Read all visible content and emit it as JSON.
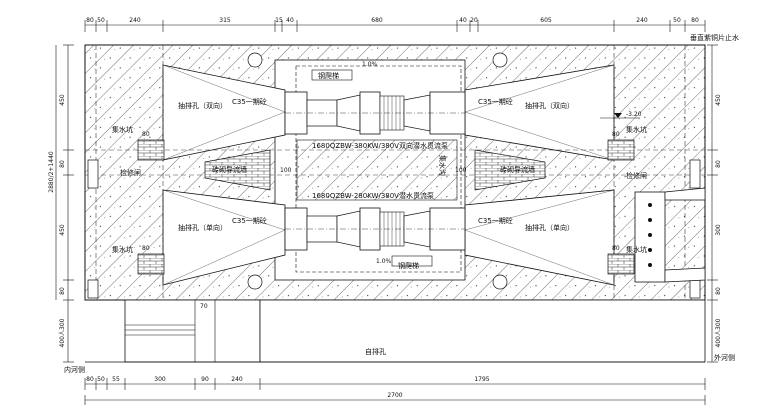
{
  "top_dims": [
    "80",
    "50",
    "240",
    "315",
    "15",
    "40",
    "680",
    "40",
    "20",
    "605",
    "240",
    "50",
    "80"
  ],
  "bottom_dims": [
    "80",
    "50",
    "55",
    "300",
    "90",
    "240",
    "1795"
  ],
  "overall_width": "2700",
  "side_dims_left": [
    "450",
    "80",
    "450",
    "80"
  ],
  "side_dims_right": [
    "450",
    "80",
    "300",
    "80"
  ],
  "side_total_left": "2880/2+1440",
  "side_bottom_left": "400人300",
  "side_bottom_right": "400人300",
  "labels": {
    "copper_water_stop": "垂直紫铜片止水",
    "steel_ladder_top": "钢爬梯",
    "steel_ladder_bottom": "钢爬梯",
    "pump_hole_bidir": "抽排孔（双向）",
    "pump_hole_right_top": "抽排孔（双向）",
    "pump_hole_single_left": "抽排孔（单向）",
    "pump_hole_single_right": "抽排孔（单向）",
    "c35_tl": "C35一期砼",
    "c35_tr": "C35一期砼",
    "c35_bl": "C35一期砼",
    "c35_br": "C35一期砼",
    "sump_tl": "集水坑",
    "sump_bl": "集水坑",
    "sump_tr": "集水坑",
    "sump_br": "集水坑",
    "pump_upper": "1680QZBW-380KW/380V双向潜水贯流泵",
    "pump_lower": "1680QZBW-280KW/380V潜水贯流泵",
    "brick_left": "砖砌导流墙",
    "brick_right": "砖砌导流墙",
    "gate_slot_left": "检修闸",
    "gate_slot_right": "检修闸",
    "water_flow": "集水沟",
    "self_drain": "自排孔",
    "inner_river": "内河侧",
    "outer_river": "外河侧",
    "elev": "-3.20",
    "slope_top": "1.0%",
    "slope_bottom": "1.0%",
    "gap_70": "70",
    "d80_tl": "80",
    "d80_bl": "80",
    "d80_tr": "80",
    "d80_br": "80",
    "d100_l": "100",
    "d100_r": "100"
  },
  "icons": {
    "hatch": "concrete-hatch-pattern",
    "brick": "brick-pattern",
    "grid": "check-valve-grid"
  }
}
